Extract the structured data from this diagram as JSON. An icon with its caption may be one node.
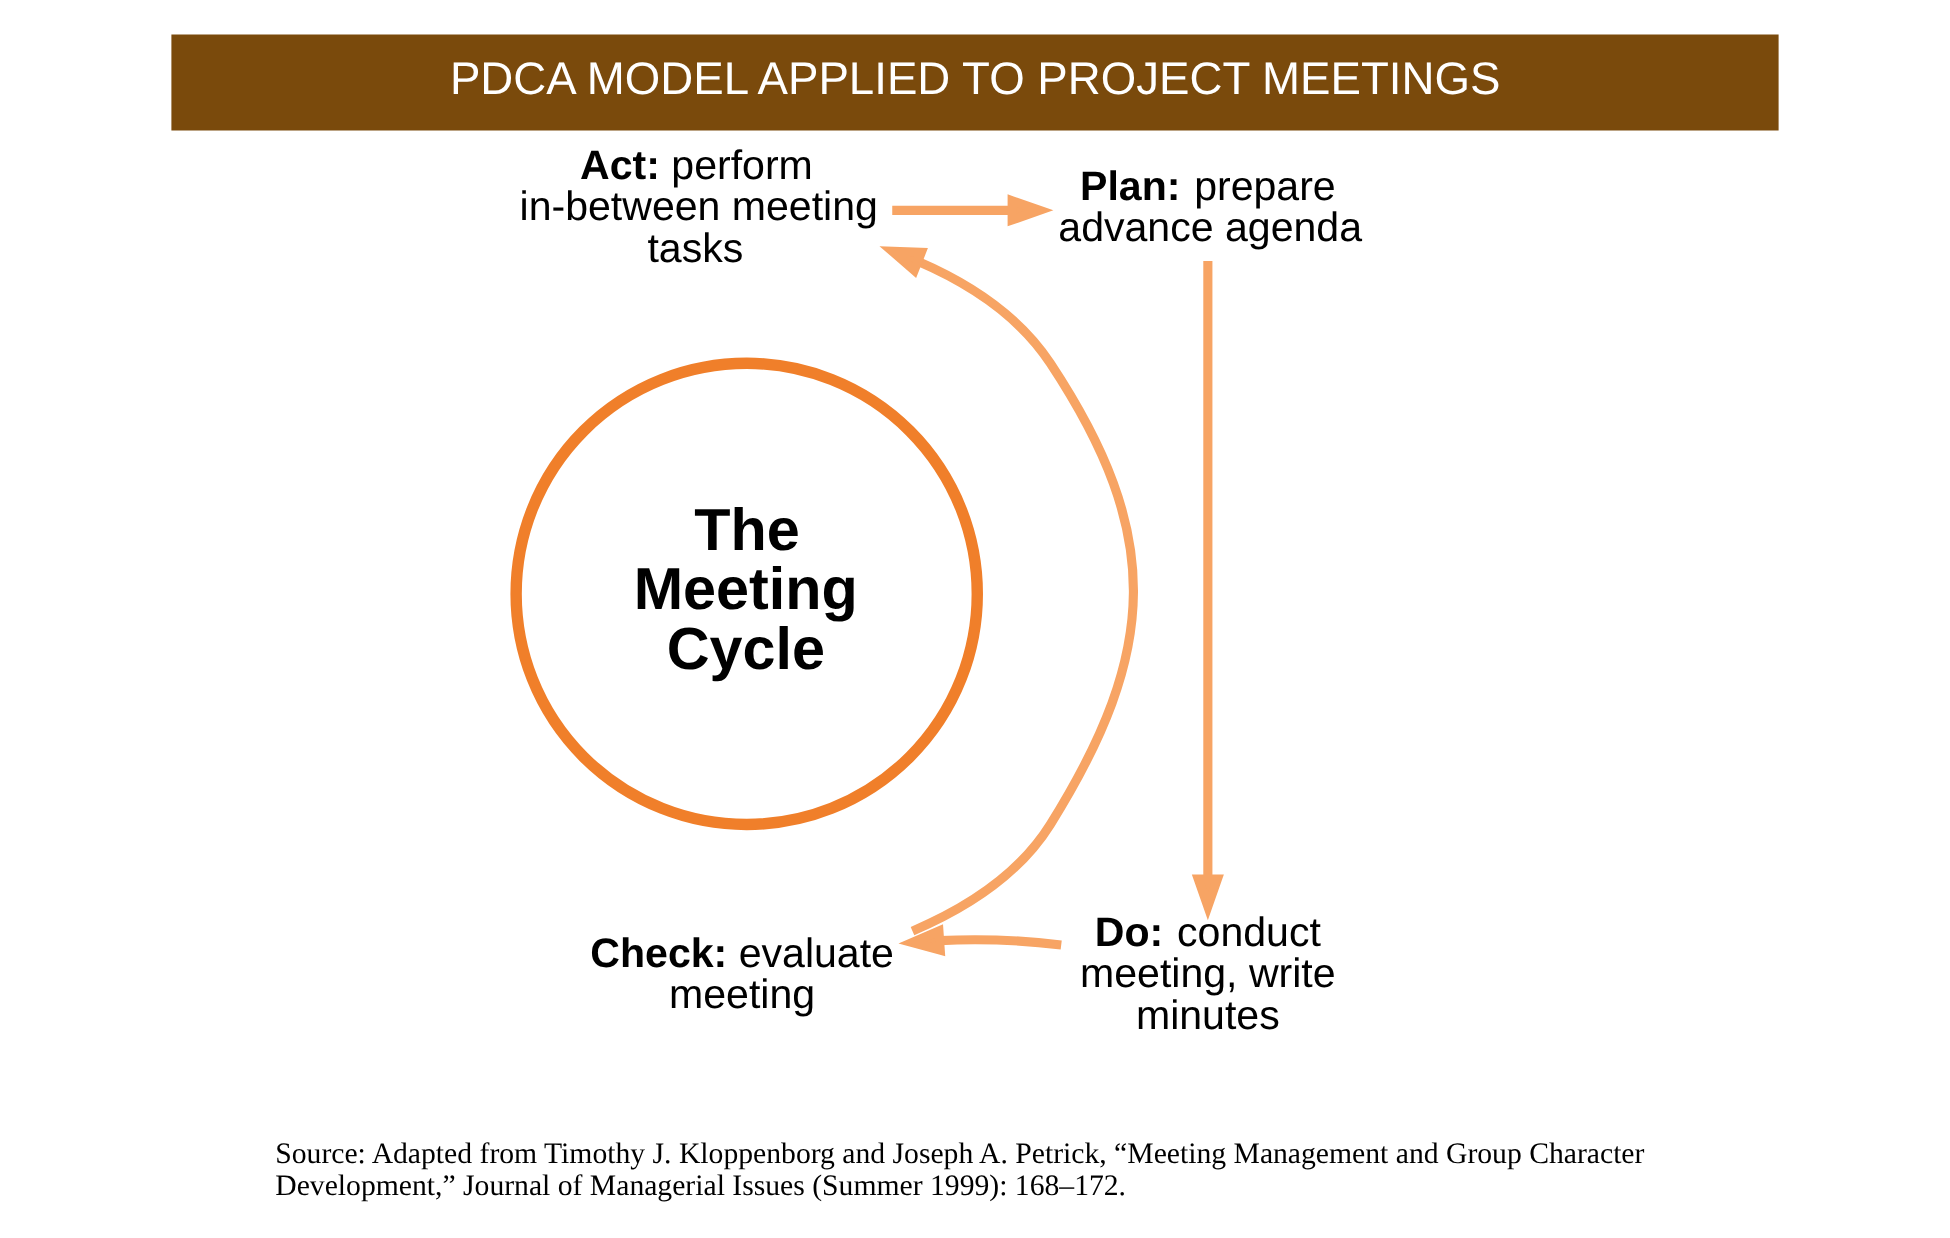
{
  "diagram": {
    "title": "PDCA MODEL APPLIED TO PROJECT MEETINGS",
    "caption": "Source: Adapted from Timothy J. Kloppenborg and Joseph A. Petrick, “Meeting Management and Group Character Development,” Journal of Managerial Issues (Summer 1999): 168–172.",
    "nodes": [
      {
        "text": [
          "The Meeting Cycle"
        ]
      },
      {
        "text": [
          "**Act:** perform in-between meeting tasks"
        ]
      },
      {
        "text": [
          "**Plan:** prepare advance agenda"
        ]
      },
      {
        "text": [
          "**Check:** evaluate meeting"
        ]
      },
      {
        "text": [
          "**Do:** conduct meeting, write minutes"
        ]
      }
    ],
    "edges": [
      {
        "from": 1,
        "to": 2,
        "arrow": "to"
      },
      {
        "from": 2,
        "to": 4,
        "arrow": "to"
      },
      {
        "from": 4,
        "to": 3,
        "arrow": "to"
      },
      {
        "from": 3,
        "to": 1,
        "arrow": "to"
      }
    ]
  }
}
